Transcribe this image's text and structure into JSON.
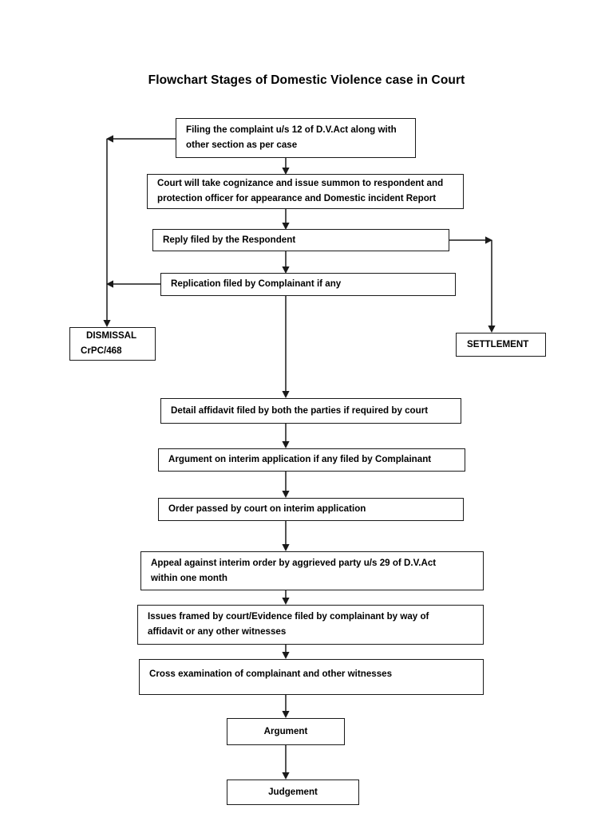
{
  "document": {
    "title": "Flowchart Stages of Domestic Violence case in Court"
  },
  "flowchart": {
    "nodes": [
      {
        "id": "filing-complaint",
        "name": "node-filing-complaint",
        "lines": [
          "Filing the complaint u/s 12 of D.V.Act along with",
          "other section as per case"
        ],
        "text": "Filing the complaint u/s 12 of D.V.Act along with other section as per case"
      },
      {
        "id": "court-cognizance",
        "name": "node-court-cognizance",
        "lines": [
          "Court will take cognizance and issue summon to respondent and",
          "protection officer for appearance and Domestic incident Report"
        ],
        "text": "Court will take cognizance and issue summon to respondent and protection officer for appearance and Domestic incident Report"
      },
      {
        "id": "reply-filed",
        "name": "node-reply-filed",
        "lines": [
          "Reply filed by the Respondent"
        ],
        "text": "Reply filed by the Respondent"
      },
      {
        "id": "replication-filed",
        "name": "node-replication-filed",
        "lines": [
          "Replication filed by Complainant if any"
        ],
        "text": "Replication filed by Complainant if any"
      },
      {
        "id": "dismissal",
        "name": "node-dismissal",
        "lines": [
          "DISMISSAL",
          "CrPC/468"
        ],
        "text": "DISMISSAL CrPC/468"
      },
      {
        "id": "settlement",
        "name": "node-settlement",
        "lines": [
          "SETTLEMENT"
        ],
        "text": "SETTLEMENT"
      },
      {
        "id": "detail-affidavit",
        "name": "node-detail-affidavit",
        "lines": [
          "Detail affidavit filed by both the parties if required by court"
        ],
        "text": "Detail affidavit filed by both the parties if required by court"
      },
      {
        "id": "argument-interim",
        "name": "node-argument-interim-application",
        "lines": [
          "Argument on interim application if any filed by Complainant"
        ],
        "text": "Argument on interim application if any filed by Complainant"
      },
      {
        "id": "order-passed",
        "name": "node-order-passed-interim",
        "lines": [
          "Order passed by court on interim application"
        ],
        "text": "Order passed by court on interim application"
      },
      {
        "id": "appeal-interim",
        "name": "node-appeal-interim-order",
        "lines": [
          "Appeal against interim order by aggrieved party u/s 29 of D.V.Act",
          "within one month"
        ],
        "text": "Appeal against interim order by aggrieved party u/s 29 of D.V.Act within one month"
      },
      {
        "id": "issues-framed",
        "name": "node-issues-framed-evidence",
        "lines": [
          "Issues framed by court/Evidence filed by complainant by way of",
          "affidavit or any other witnesses"
        ],
        "text": "Issues framed by court/Evidence filed by complainant by way of affidavit or any other witnesses"
      },
      {
        "id": "cross-examination",
        "name": "node-cross-examination",
        "lines": [
          "Cross examination of complainant and other witnesses"
        ],
        "text": "Cross examination of complainant and other witnesses"
      },
      {
        "id": "argument",
        "name": "node-argument",
        "lines": [
          "Argument"
        ],
        "text": "Argument"
      },
      {
        "id": "judgement",
        "name": "node-judgement",
        "lines": [
          "Judgement"
        ],
        "text": "Judgement"
      }
    ],
    "colors": {
      "stroke": "#1a1a1a",
      "fill": "#ffffff",
      "text": "#000000"
    }
  }
}
